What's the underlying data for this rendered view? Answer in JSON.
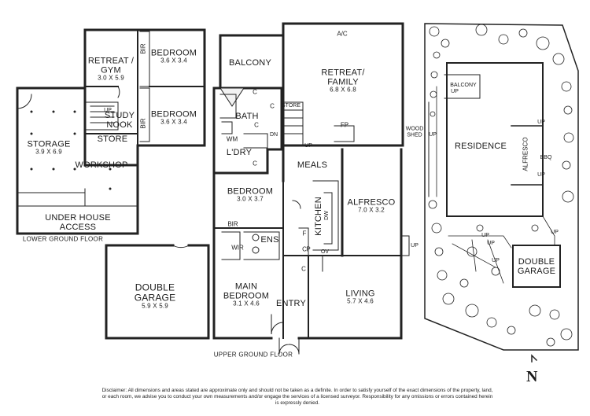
{
  "floorplan": {
    "lower_ground_floor": {
      "label": "LOWER GROUND FLOOR",
      "rooms": {
        "retreat_gym": {
          "name_line1": "RETREAT /",
          "name_line2": "GYM",
          "dims": "3.0 X 5.9"
        },
        "bedroom_1": {
          "name": "BEDROOM",
          "dims": "3.6 X 3.4"
        },
        "bedroom_2": {
          "name": "BEDROOM",
          "dims": "3.6 X 3.4"
        },
        "study_nook": {
          "name_line1": "STUDY",
          "name_line2": "NOOK"
        },
        "store": {
          "name": "STORE"
        },
        "storage": {
          "name": "STORAGE",
          "dims": "3.9 X 6.9"
        },
        "workshop": {
          "name": "WORKSHOP"
        },
        "under_house_access": {
          "name_line1": "UNDER HOUSE",
          "name_line2": "ACCESS"
        },
        "bir_1": "BIR",
        "bir_2": "BIR",
        "up": "UP"
      }
    },
    "double_garage_lower": {
      "name_line1": "DOUBLE",
      "name_line2": "GARAGE",
      "dims": "5.9 X 5.9"
    },
    "upper_ground_floor": {
      "label": "UPPER GROUND FLOOR",
      "rooms": {
        "balcony": "BALCONY",
        "retreat_family": {
          "name_line1": "RETREAT/",
          "name_line2": "FAMILY",
          "dims": "6.8 X 6.8"
        },
        "ac": "A/C",
        "fp": "FP",
        "bath": "BATH",
        "store": "STORE",
        "wm": "WM",
        "ldry": "L'DRY",
        "dn": "DN",
        "up": "UP",
        "c_marks": [
          "C",
          "C",
          "C",
          "C",
          "C",
          "C"
        ],
        "meals": "MEALS",
        "bedroom": {
          "name": "BEDROOM",
          "dims": "3.0 X 3.7"
        },
        "kitchen": "KITCHEN",
        "dw": "DW",
        "alfresco": {
          "name": "ALFRESCO",
          "dims": "7.0 X 3.2"
        },
        "bir": "BIR",
        "ens": "ENS",
        "wir": "WIR",
        "f": "F",
        "p": "P",
        "ov": "OV",
        "up_side": "UP",
        "main_bedroom": {
          "name_line1": "MAIN",
          "name_line2": "BEDROOM",
          "dims": "3.1 X 4.6"
        },
        "entry": "ENTRY",
        "living": {
          "name": "LIVING",
          "dims": "5.7 X 4.6"
        }
      }
    },
    "site_plan": {
      "balcony": "BALCONY",
      "up_labels": [
        "UP",
        "UP",
        "UP",
        "UP",
        "UP",
        "UP",
        "UP",
        "UP"
      ],
      "wood_shed_line1": "WOOD",
      "wood_shed_line2": "SHED",
      "residence": "RESIDENCE",
      "alfresco": "ALFRESCO",
      "bbq": "BBQ",
      "garage_line1": "DOUBLE",
      "garage_line2": "GARAGE"
    },
    "north": "N",
    "disclaimer": "Disclaimer: All dimensions and areas stated are approximate only and should not be taken as a definite. In order to satisfy yourself of the exact dimensions of the property, land, or each room, we advise you to conduct your own measurements and/or engage the services of a licensed surveyor. Responsibility for any omissions or errors contained herein is expressly denied."
  }
}
